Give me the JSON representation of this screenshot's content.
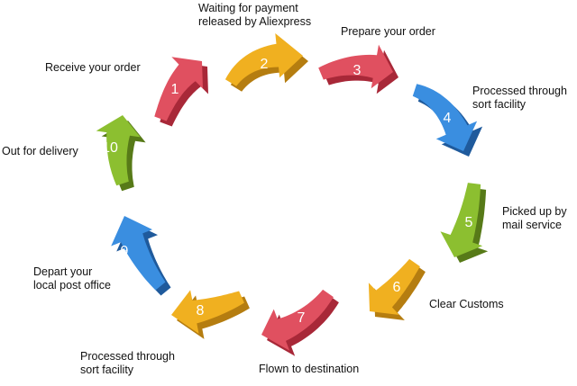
{
  "colors": {
    "red": "#e05060",
    "orange": "#f0b020",
    "blue": "#3a8ee0",
    "green": "#8cbf30"
  },
  "steps": [
    {
      "num": "1",
      "color": "red",
      "label": [
        "Receive your order"
      ]
    },
    {
      "num": "2",
      "color": "orange",
      "label": [
        "Waiting for payment",
        "released by Aliexpress"
      ]
    },
    {
      "num": "3",
      "color": "red",
      "label": [
        "Prepare your order"
      ]
    },
    {
      "num": "4",
      "color": "blue",
      "label": [
        "Processed through",
        "sort facility"
      ]
    },
    {
      "num": "5",
      "color": "green",
      "label": [
        "Picked up by",
        "mail service"
      ]
    },
    {
      "num": "6",
      "color": "orange",
      "label": [
        "Clear Customs"
      ]
    },
    {
      "num": "7",
      "color": "red",
      "label": [
        "Flown to destination"
      ]
    },
    {
      "num": "8",
      "color": "orange",
      "label": [
        "Processed through",
        "sort facility"
      ]
    },
    {
      "num": "9",
      "color": "blue",
      "label": [
        "Depart your",
        "local post office"
      ]
    },
    {
      "num": "10",
      "color": "green",
      "label": [
        "Out for delivery"
      ]
    }
  ]
}
